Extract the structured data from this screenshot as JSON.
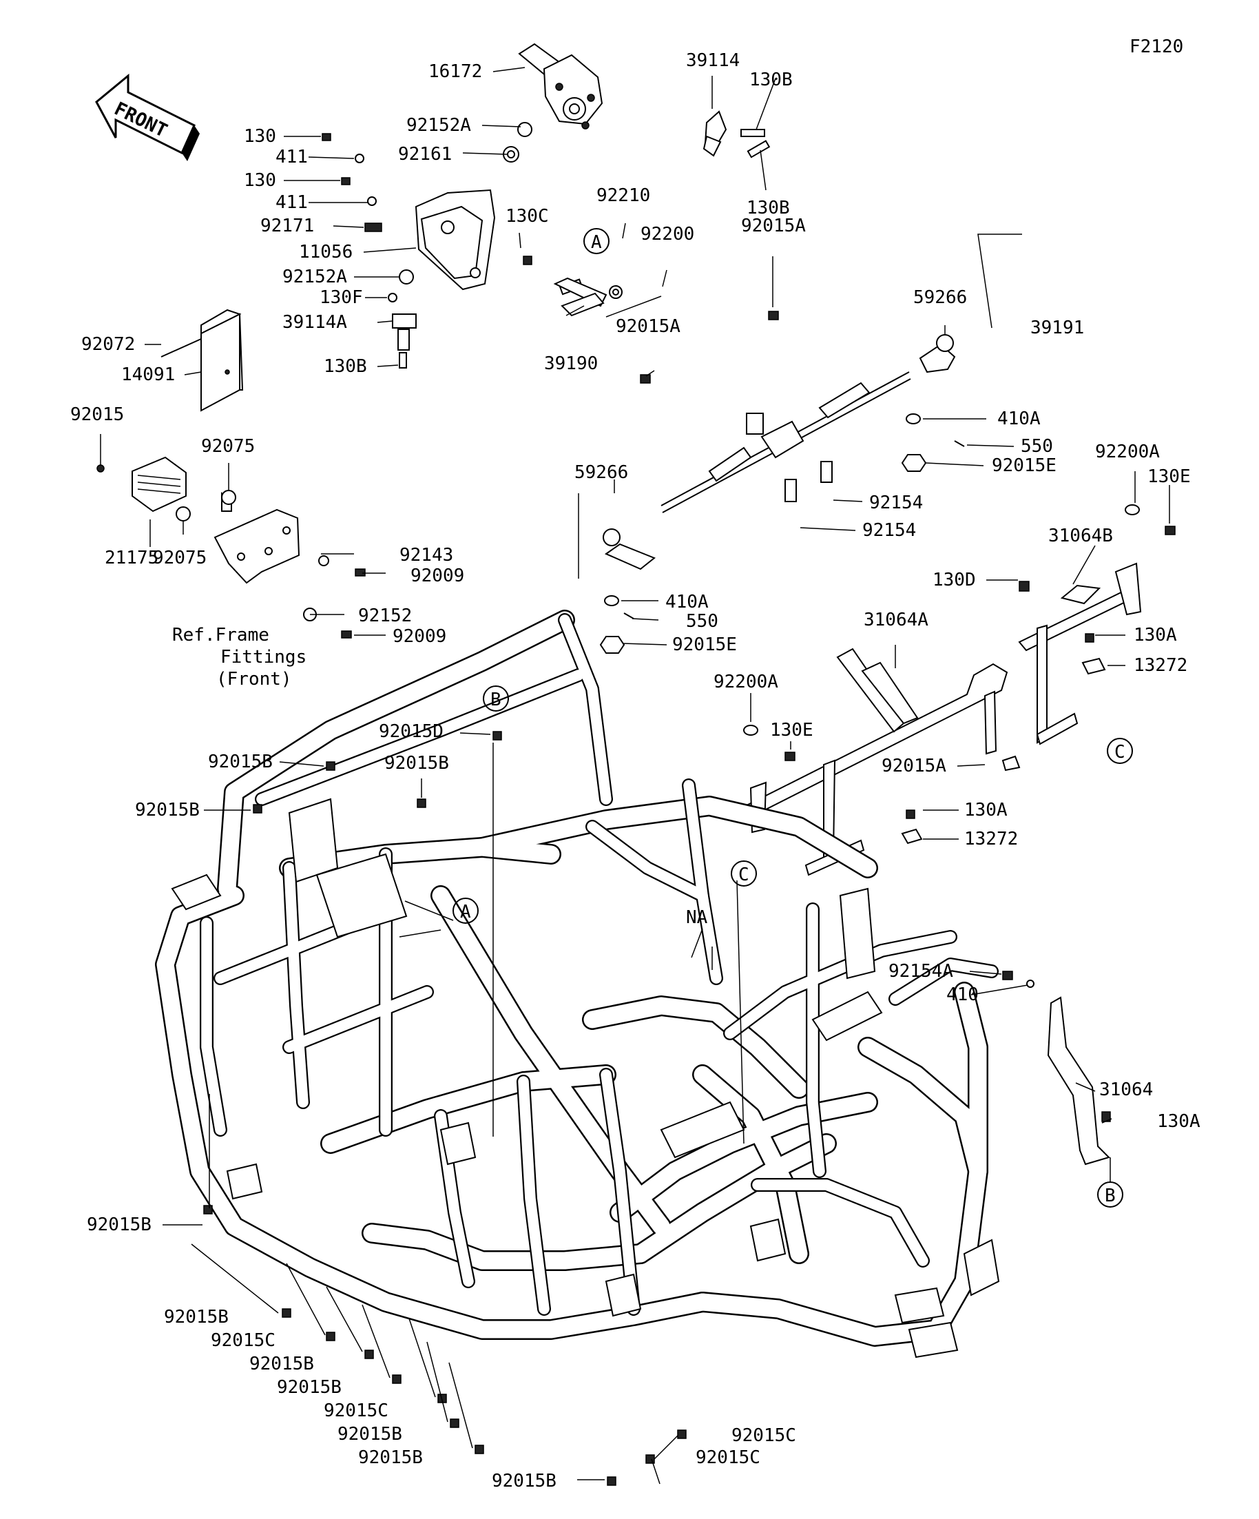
{
  "figure_code": "F2120",
  "front_label": "FRONT",
  "ref_note": {
    "line1": "Ref.Frame",
    "line2": "Fittings",
    "line3": "(Front)"
  },
  "callouts": [
    {
      "id": "c1",
      "text": "16172"
    },
    {
      "id": "c2",
      "text": "92152A"
    },
    {
      "id": "c3",
      "text": "92161"
    },
    {
      "id": "c4",
      "text": "130"
    },
    {
      "id": "c5",
      "text": "411"
    },
    {
      "id": "c6",
      "text": "130"
    },
    {
      "id": "c7",
      "text": "411"
    },
    {
      "id": "c8",
      "text": "92171"
    },
    {
      "id": "c9",
      "text": "11056"
    },
    {
      "id": "c10",
      "text": "92152A"
    },
    {
      "id": "c11",
      "text": "130F"
    },
    {
      "id": "c12",
      "text": "39114A"
    },
    {
      "id": "c13",
      "text": "130B"
    },
    {
      "id": "c14",
      "text": "92072"
    },
    {
      "id": "c15",
      "text": "14091"
    },
    {
      "id": "c16",
      "text": "92015"
    },
    {
      "id": "c17",
      "text": "92075"
    },
    {
      "id": "c18",
      "text": "21175"
    },
    {
      "id": "c19",
      "text": "92075"
    },
    {
      "id": "c20",
      "text": "92143"
    },
    {
      "id": "c21",
      "text": "92009"
    },
    {
      "id": "c22",
      "text": "92152"
    },
    {
      "id": "c23",
      "text": "92009"
    },
    {
      "id": "c24",
      "text": "130C"
    },
    {
      "id": "c25",
      "text": "92210"
    },
    {
      "id": "c26",
      "text": "92200"
    },
    {
      "id": "c27",
      "text": "39190"
    },
    {
      "id": "c28",
      "text": "92015A"
    },
    {
      "id": "c29",
      "text": "39114"
    },
    {
      "id": "c30",
      "text": "130B"
    },
    {
      "id": "c31",
      "text": "130B"
    },
    {
      "id": "c32",
      "text": "92015A"
    },
    {
      "id": "c33",
      "text": "59266"
    },
    {
      "id": "c34",
      "text": "39191"
    },
    {
      "id": "c35",
      "text": "410A"
    },
    {
      "id": "c36",
      "text": "550"
    },
    {
      "id": "c37",
      "text": "92015E"
    },
    {
      "id": "c38",
      "text": "92154"
    },
    {
      "id": "c39",
      "text": "92154"
    },
    {
      "id": "c40",
      "text": "59266"
    },
    {
      "id": "c41",
      "text": "410A"
    },
    {
      "id": "c42",
      "text": "550"
    },
    {
      "id": "c43",
      "text": "92015E"
    },
    {
      "id": "c44",
      "text": "92200A"
    },
    {
      "id": "c45",
      "text": "130E"
    },
    {
      "id": "c46",
      "text": "31064B"
    },
    {
      "id": "c47",
      "text": "130D"
    },
    {
      "id": "c48",
      "text": "130A"
    },
    {
      "id": "c49",
      "text": "13272"
    },
    {
      "id": "c50",
      "text": "31064A"
    },
    {
      "id": "c51",
      "text": "92200A"
    },
    {
      "id": "c52",
      "text": "130E"
    },
    {
      "id": "c53",
      "text": "92015A"
    },
    {
      "id": "c54",
      "text": "130A"
    },
    {
      "id": "c55",
      "text": "13272"
    },
    {
      "id": "c56",
      "text": "92015D"
    },
    {
      "id": "c57",
      "text": "92015B"
    },
    {
      "id": "c58",
      "text": "92015B"
    },
    {
      "id": "c59",
      "text": "92015B"
    },
    {
      "id": "c60",
      "text": "NA"
    },
    {
      "id": "c61",
      "text": "92154A"
    },
    {
      "id": "c62",
      "text": "410"
    },
    {
      "id": "c63",
      "text": "31064"
    },
    {
      "id": "c64",
      "text": "130A"
    },
    {
      "id": "c65",
      "text": "92015B"
    },
    {
      "id": "c66",
      "text": "92015B"
    },
    {
      "id": "c67",
      "text": "92015C"
    },
    {
      "id": "c68",
      "text": "92015B"
    },
    {
      "id": "c69",
      "text": "92015B"
    },
    {
      "id": "c70",
      "text": "92015C"
    },
    {
      "id": "c71",
      "text": "92015B"
    },
    {
      "id": "c72",
      "text": "92015B"
    },
    {
      "id": "c73",
      "text": "92015C"
    },
    {
      "id": "c74",
      "text": "92015B"
    },
    {
      "id": "c75",
      "text": "92015C"
    }
  ],
  "markers": [
    {
      "id": "m1",
      "text": "A"
    },
    {
      "id": "m2",
      "text": "A"
    },
    {
      "id": "m3",
      "text": "B"
    },
    {
      "id": "m4",
      "text": "B"
    },
    {
      "id": "m5",
      "text": "C"
    },
    {
      "id": "m6",
      "text": "C"
    }
  ]
}
